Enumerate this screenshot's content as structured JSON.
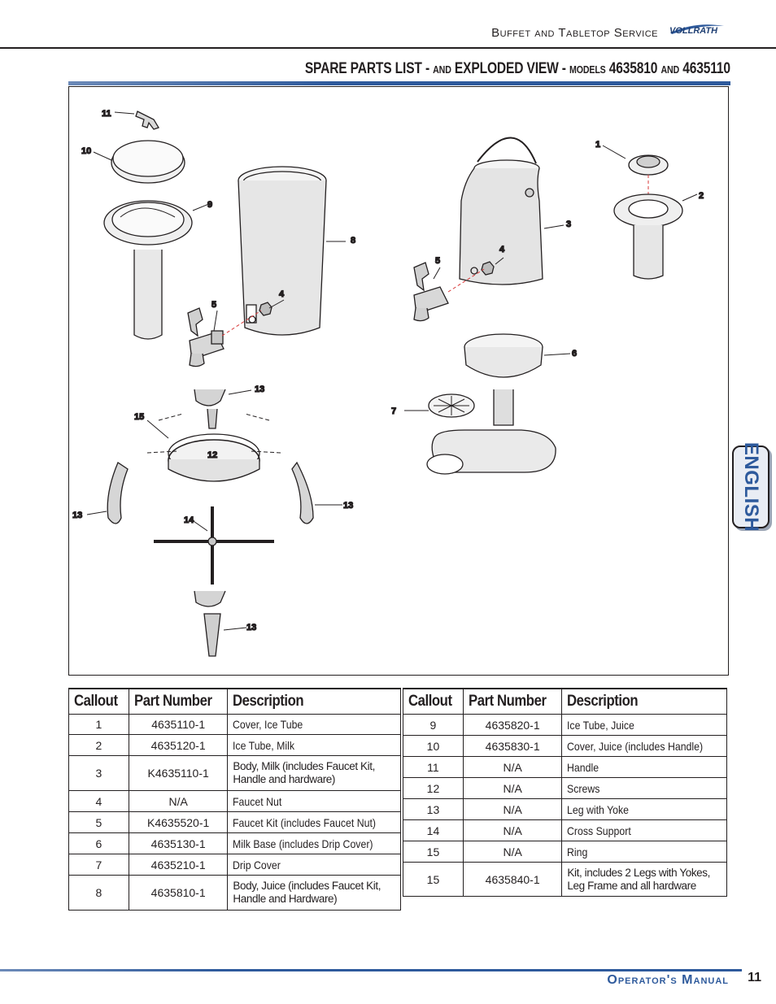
{
  "header": {
    "section": "Buffet and Tabletop Service",
    "brand": "VOLLRATH"
  },
  "title": {
    "part1": "SPARE PARTS LIST - ",
    "and1": "and",
    "part2": " EXPLODED VIEW - ",
    "models": "models",
    "model_a": " 4635810 ",
    "and2": "and",
    "model_b": " 4635110"
  },
  "side_tab": "ENGLISH",
  "diagram": {
    "callouts": [
      "11",
      "10",
      "9",
      "8",
      "5",
      "4",
      "13",
      "15",
      "12",
      "13",
      "13",
      "14",
      "13",
      "1",
      "2",
      "3",
      "5",
      "4",
      "6",
      "7"
    ]
  },
  "table_headers": {
    "callout": "Callout",
    "part_number": "Part Number",
    "description": "Description"
  },
  "parts_left": [
    {
      "callout": "1",
      "part": "4635110-1",
      "desc": "Cover, Ice Tube"
    },
    {
      "callout": "2",
      "part": "4635120-1",
      "desc": "Ice Tube, Milk"
    },
    {
      "callout": "3",
      "part": "K4635110-1",
      "desc": "Body, Milk (includes Faucet Kit, Handle and hardware)"
    },
    {
      "callout": "4",
      "part": "N/A",
      "desc": "Faucet Nut"
    },
    {
      "callout": "5",
      "part": "K4635520-1",
      "desc": "Faucet Kit (includes Faucet Nut)"
    },
    {
      "callout": "6",
      "part": "4635130-1",
      "desc": "Milk Base (includes Drip Cover)"
    },
    {
      "callout": "7",
      "part": "4635210-1",
      "desc": "Drip Cover"
    },
    {
      "callout": "8",
      "part": "4635810-1",
      "desc": "Body, Juice (includes Faucet Kit, Handle and Hardware)"
    }
  ],
  "parts_right": [
    {
      "callout": "9",
      "part": "4635820-1",
      "desc": "Ice Tube, Juice"
    },
    {
      "callout": "10",
      "part": "4635830-1",
      "desc": "Cover, Juice (includes Handle)"
    },
    {
      "callout": "11",
      "part": "N/A",
      "desc": "Handle"
    },
    {
      "callout": "12",
      "part": "N/A",
      "desc": "Screws"
    },
    {
      "callout": "13",
      "part": "N/A",
      "desc": "Leg with Yoke"
    },
    {
      "callout": "14",
      "part": "N/A",
      "desc": "Cross Support"
    },
    {
      "callout": "15",
      "part": "N/A",
      "desc": "Ring"
    },
    {
      "callout": "15",
      "part": "4635840-1",
      "desc": "Kit, includes 2 Legs with Yokes, Leg Frame and all hardware"
    }
  ],
  "footer": {
    "manual": "Operator's Manual",
    "page": "11"
  },
  "colors": {
    "accent_blue": "#2e5a9c",
    "ink": "#231f20"
  }
}
